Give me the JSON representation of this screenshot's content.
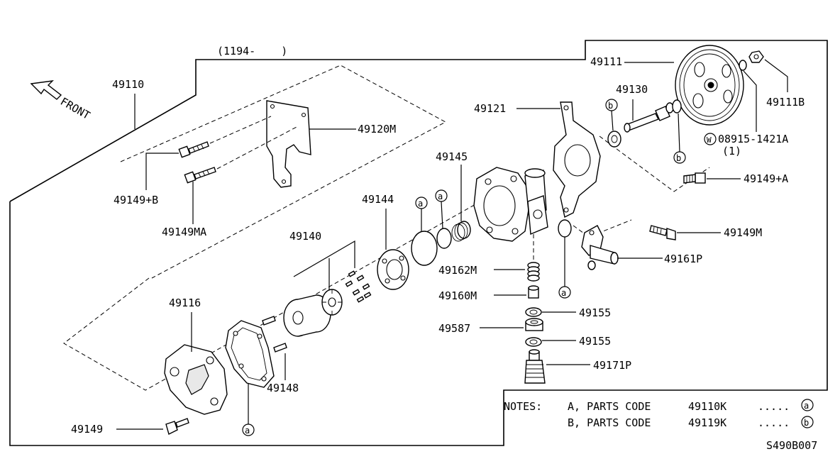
{
  "diagram": {
    "range_label": "(1194-    )",
    "front_label": "FRONT",
    "diagram_code": "S490B007",
    "callout_marks": {
      "a": "a",
      "b": "b",
      "w": "W"
    },
    "parts": {
      "p49110": "49110",
      "p49120M": "49120M",
      "p49149B": "49149+B",
      "p49149MA": "49149MA",
      "p49111": "49111",
      "p49111B": "49111B",
      "p49130": "49130",
      "p49121": "49121",
      "p08915": "08915-1421A",
      "p08915qty": "(1)",
      "p49149A": "49149+A",
      "p49145": "49145",
      "p49144": "49144",
      "p49149M": "49149M",
      "p49161P": "49161P",
      "p49140": "49140",
      "p49162M": "49162M",
      "p49160M": "49160M",
      "p49155a": "49155",
      "p49587": "49587",
      "p49155b": "49155",
      "p49116": "49116",
      "p49171P": "49171P",
      "p49148": "49148",
      "p49149": "49149"
    },
    "notes": {
      "header": "NOTES:",
      "a_label": "A, PARTS CODE",
      "a_code": "49110K",
      "b_label": "B, PARTS CODE",
      "b_code": "49119K",
      "dots": "....."
    }
  }
}
